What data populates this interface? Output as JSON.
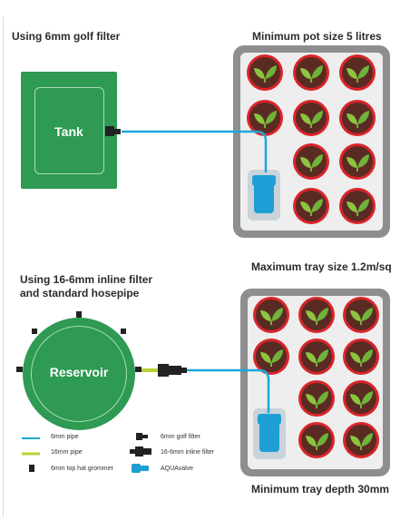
{
  "labels": {
    "top_left": "Using 6mm golf filter",
    "top_right": "Minimum pot size 5 litres",
    "bottom_left": "Using 16-6mm inline filter\nand standard hosepipe",
    "bottom_right_top": "Maximum tray size 1.2m/sq",
    "bottom_right_bottom": "Minimum tray depth 30mm"
  },
  "tank_label": "Tank",
  "reservoir_label": "Reservoir",
  "legend": {
    "pipe6": "6mm pipe",
    "pipe16": "16mm pipe",
    "grommet": "6mm top hat grommet",
    "golf_filter": "6mm golf filter",
    "inline_filter": "16-6mm inline filter",
    "aquavalve": "AQUAvalve"
  },
  "colors": {
    "pipe6": "#1ea6d9",
    "pipe16": "#b7d334",
    "tank_green": "#2e9a53",
    "pot_red": "#d9252a",
    "valve_blue": "#1d9fd6"
  }
}
